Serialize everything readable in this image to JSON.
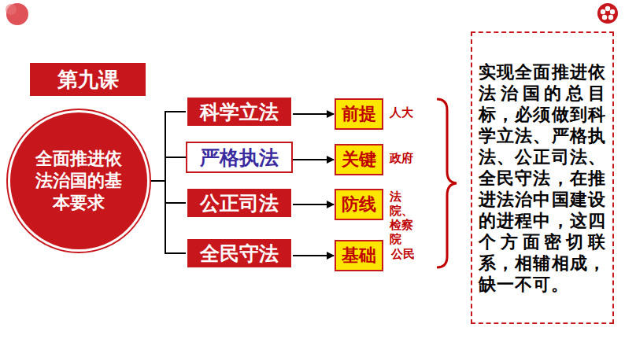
{
  "diagram": {
    "nodes": [
      {
        "text": [
          "第九课"
        ]
      },
      {
        "text": [
          "全面推进依法治国的基本要求"
        ]
      },
      {
        "text": [
          "科学立法"
        ]
      },
      {
        "text": [
          "严格执法"
        ]
      },
      {
        "text": [
          "公正司法"
        ]
      },
      {
        "text": [
          "全民守法"
        ]
      },
      {
        "text": [
          "前提"
        ]
      },
      {
        "text": [
          "关键"
        ]
      },
      {
        "text": [
          "防线"
        ]
      },
      {
        "text": [
          "基础"
        ]
      },
      {
        "text": [
          "实现全面推进依法治国的总目标，必须做到科学立法、严格执法、公正司法、全民守法，在推进法治中国建设的进程中，这四个方面密切联系，相辅相成，缺一不可。"
        ]
      }
    ],
    "edges": [
      {
        "from": 1,
        "to": 2,
        "arrow": "none"
      },
      {
        "from": 1,
        "to": 3,
        "arrow": "none"
      },
      {
        "from": 1,
        "to": 4,
        "arrow": "none"
      },
      {
        "from": 1,
        "to": 5,
        "arrow": "none"
      },
      {
        "from": 2,
        "to": 6,
        "arrow": "to"
      },
      {
        "from": 3,
        "to": 7,
        "arrow": "to"
      },
      {
        "from": 4,
        "to": 8,
        "arrow": "to"
      },
      {
        "from": 5,
        "to": 9,
        "arrow": "to"
      }
    ],
    "labels": [
      "人大",
      "政府",
      "法院、检察院",
      "公民"
    ]
  }
}
